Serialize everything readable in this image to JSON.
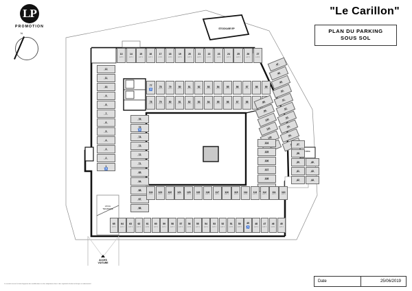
{
  "logo": {
    "mark": "LP",
    "text": "PROMOTION"
  },
  "compass": {
    "label": "N"
  },
  "header": {
    "title": "\"Le Carillon\"",
    "subtitle_line1": "PLAN DU PARKING",
    "subtitle_line2": "SOUS SOL"
  },
  "footer": {
    "disclaimer": "La société réserve le droit d'apporter des modifications ou des adaptations dues à des impératifs d'ordre technique ou administratif.",
    "date_label": "Date",
    "date_value": "25/06/2019"
  },
  "labels": {
    "stockage": "STOCKAGE EP",
    "fibre": "FIBRE",
    "acces_voiture_l1": "ACCES",
    "acces_voiture_l2": "VOITURE",
    "local": "LOCAL",
    "technique": "TECHNIQUE"
  },
  "stall_caption": "LOT 1",
  "stalls": {
    "top_row": [
      {
        "n": "13"
      },
      {
        "n": "14"
      },
      {
        "n": "15"
      },
      {
        "n": "16"
      },
      {
        "n": "17"
      },
      {
        "n": "18"
      },
      {
        "n": "19"
      },
      {
        "n": "20"
      },
      {
        "n": "21"
      },
      {
        "n": "22"
      },
      {
        "n": "23"
      },
      {
        "n": "24"
      },
      {
        "n": "25"
      },
      {
        "n": "26"
      },
      {
        "n": "27"
      }
    ],
    "left_col": [
      {
        "n": "12"
      },
      {
        "n": "11"
      },
      {
        "n": "10"
      },
      {
        "n": "9"
      },
      {
        "n": "8"
      },
      {
        "n": "7"
      },
      {
        "n": "6"
      },
      {
        "n": "5"
      },
      {
        "n": "4"
      },
      {
        "n": "3"
      },
      {
        "n": "2"
      },
      {
        "n": "1",
        "pmr": true
      }
    ],
    "inner_col": [
      {
        "n": "76"
      },
      {
        "n": "75",
        "pmr": true
      },
      {
        "n": "74"
      },
      {
        "n": "73"
      },
      {
        "n": "72"
      },
      {
        "n": "71"
      },
      {
        "n": "70"
      },
      {
        "n": "69"
      },
      {
        "n": "68"
      },
      {
        "n": "67"
      },
      {
        "n": "66"
      }
    ],
    "center_row_a": [
      {
        "n": "77",
        "pmr": true
      },
      {
        "n": "78"
      },
      {
        "n": "79"
      },
      {
        "n": "80"
      },
      {
        "n": "81"
      },
      {
        "n": "82"
      },
      {
        "n": "83"
      },
      {
        "n": "84"
      },
      {
        "n": "85"
      },
      {
        "n": "86"
      },
      {
        "n": "87"
      },
      {
        "n": "88"
      },
      {
        "n": "89"
      }
    ],
    "center_row_b": [
      {
        "n": "78"
      },
      {
        "n": "79"
      },
      {
        "n": "80"
      },
      {
        "n": "81"
      },
      {
        "n": "82"
      },
      {
        "n": "83"
      },
      {
        "n": "84"
      },
      {
        "n": "85"
      },
      {
        "n": "86"
      },
      {
        "n": "87"
      },
      {
        "n": "88"
      },
      {
        "n": "89"
      },
      {
        "n": "90"
      }
    ],
    "diag_right": [
      {
        "n": "47"
      },
      {
        "n": "48"
      },
      {
        "n": "49"
      },
      {
        "n": "50"
      },
      {
        "n": "51"
      },
      {
        "n": "52"
      },
      {
        "n": "53"
      },
      {
        "n": "54"
      },
      {
        "n": "55"
      },
      {
        "n": "56"
      }
    ],
    "diag_right2": [
      {
        "n": "98"
      },
      {
        "n": "99"
      },
      {
        "n": "100"
      },
      {
        "n": "101"
      },
      {
        "n": "102"
      },
      {
        "n": "103"
      }
    ],
    "right_col": [
      {
        "n": "104"
      },
      {
        "n": "105"
      },
      {
        "n": "106"
      },
      {
        "n": "107"
      },
      {
        "n": "108"
      },
      {
        "n": "109"
      }
    ],
    "right_small_col": [
      {
        "n": "37"
      },
      {
        "n": "38"
      }
    ],
    "right_cluster_left": [
      {
        "n": "39"
      },
      {
        "n": "41"
      },
      {
        "n": "42"
      }
    ],
    "right_cluster_right": [
      {
        "n": "40"
      },
      {
        "n": "43"
      },
      {
        "n": "44"
      }
    ],
    "mid_row": [
      {
        "n": "124"
      },
      {
        "n": "123"
      },
      {
        "n": "122"
      },
      {
        "n": "121"
      },
      {
        "n": "120"
      },
      {
        "n": "119"
      },
      {
        "n": "118"
      },
      {
        "n": "117"
      },
      {
        "n": "116"
      },
      {
        "n": "115"
      },
      {
        "n": "114"
      },
      {
        "n": "113"
      },
      {
        "n": "112"
      },
      {
        "n": "111"
      },
      {
        "n": "110"
      }
    ],
    "bottom_row": [
      {
        "n": "65"
      },
      {
        "n": "64"
      },
      {
        "n": "63"
      },
      {
        "n": "62"
      },
      {
        "n": "61"
      },
      {
        "n": "60"
      },
      {
        "n": "59"
      },
      {
        "n": "58"
      },
      {
        "n": "57"
      },
      {
        "n": "56"
      },
      {
        "n": "55"
      },
      {
        "n": "54"
      },
      {
        "n": "53"
      },
      {
        "n": "52"
      },
      {
        "n": "51"
      },
      {
        "n": "50"
      },
      {
        "n": "49",
        "pmr": true
      },
      {
        "n": "48"
      },
      {
        "n": "47"
      },
      {
        "n": "46"
      },
      {
        "n": "45"
      }
    ],
    "inner_tail": [
      {
        "n": "65"
      },
      {
        "n": "64"
      }
    ]
  }
}
